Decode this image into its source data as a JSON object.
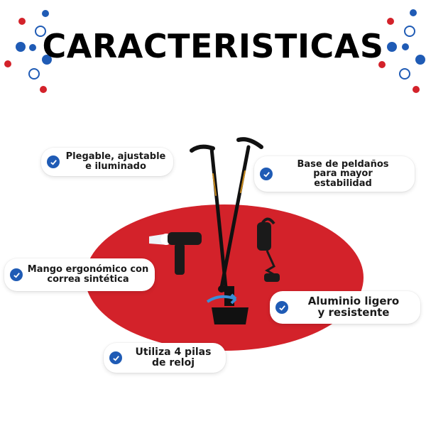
{
  "title": "CARACTERISTICAS",
  "colors": {
    "accent_red": "#d3222a",
    "accent_blue": "#1f5bb5"
  },
  "features": [
    {
      "line1": "Plegable, ajustable",
      "line2": "e iluminado",
      "icon": "check-circle-icon"
    },
    {
      "line1": "Base de peldaños",
      "line2": "para mayor",
      "line3": "estabilidad",
      "icon": "check-circle-icon"
    },
    {
      "line1": "Mango ergonómico con",
      "line2": "correa sintética",
      "icon": "check-circle-icon"
    },
    {
      "line1": "Aluminio ligero",
      "line2": "y resistente",
      "icon": "check-circle-icon"
    },
    {
      "line1": "Utiliza 4 pilas",
      "line2": "de reloj",
      "icon": "check-circle-icon"
    }
  ]
}
